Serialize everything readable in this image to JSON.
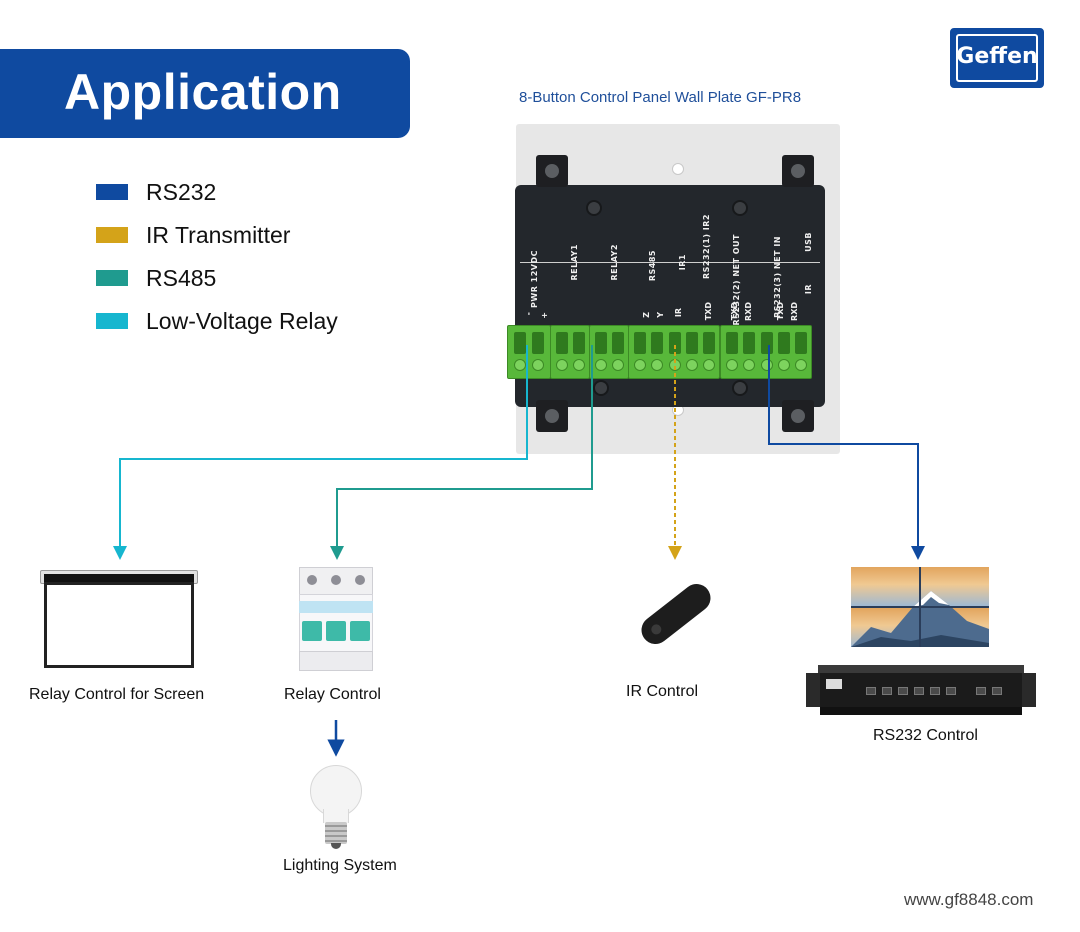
{
  "header": {
    "title": "Application"
  },
  "brand": {
    "logo_text": "Geffen",
    "accent_color": "#0f4aa0"
  },
  "legend": [
    {
      "label": "RS232",
      "color": "#0f4aa0"
    },
    {
      "label": "IR Transmitter",
      "color": "#d4a319"
    },
    {
      "label": "RS485",
      "color": "#1f9b8f"
    },
    {
      "label": "Low-Voltage Relay",
      "color": "#16b6cf"
    }
  ],
  "panel": {
    "caption": "8-Button Control Panel Wall Plate GF-PR8",
    "ports": [
      "PWR 12VDC",
      "RELAY1",
      "RELAY2",
      "RS485",
      "IR1",
      "RS232(1) IR2",
      "RS232(2) NET OUT",
      "RS232(3) NET IN",
      "USB",
      "IR"
    ],
    "pins": [
      "-",
      "+",
      "Z",
      "Y",
      "IR",
      "TXD",
      "TXD",
      "RXD",
      "TXD",
      "RXD"
    ]
  },
  "devices": {
    "screen_caption": "Relay Control for Screen",
    "relay_caption": "Relay Control",
    "lighting_caption": "Lighting System",
    "ir_caption": "IR Control",
    "rs232_caption": "RS232 Control"
  },
  "footer": {
    "website": "www.gf8848.com"
  },
  "icons": [
    "projector-screen-icon",
    "circuit-breaker-icon",
    "light-bulb-icon",
    "ir-remote-icon",
    "video-wall-icon",
    "matrix-switcher-icon"
  ]
}
